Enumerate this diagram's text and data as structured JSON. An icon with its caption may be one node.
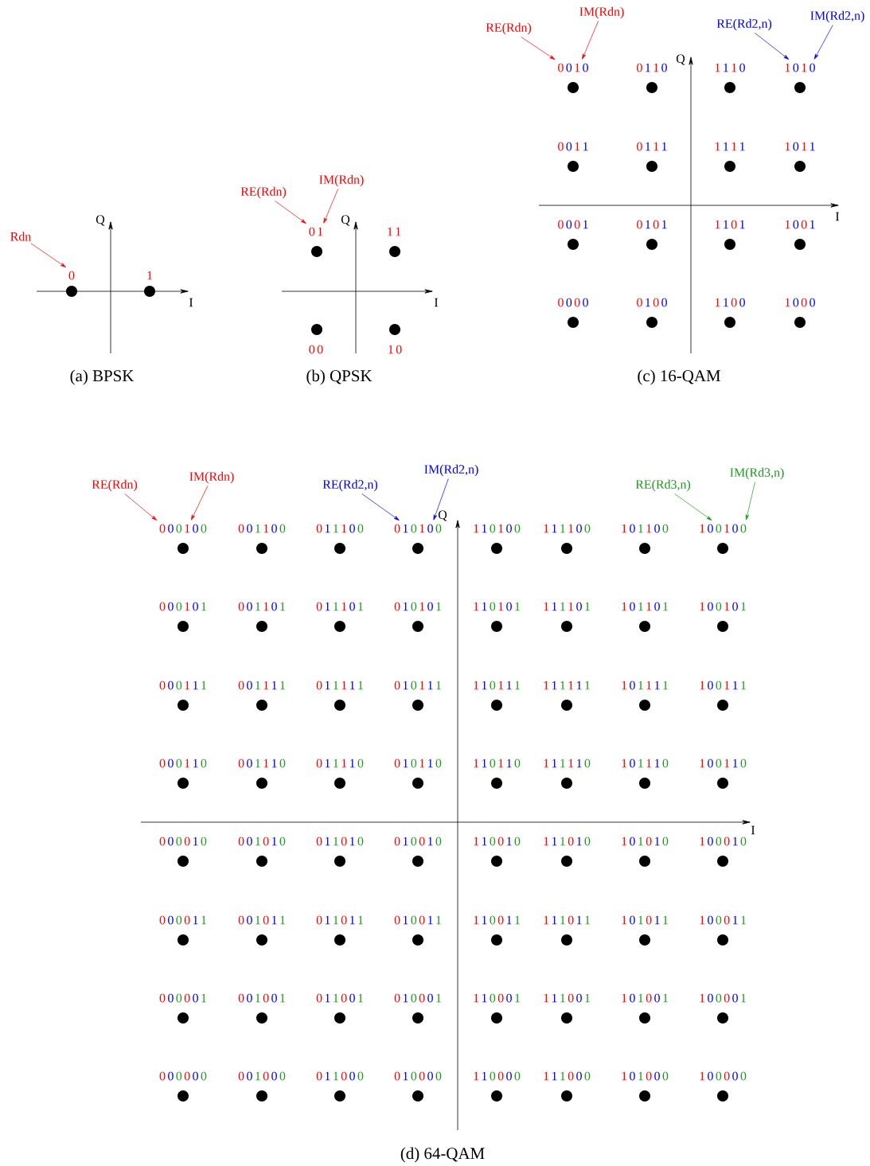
{
  "diagram": {
    "nodes": [
      {
        "text": [
          "Rdn"
        ]
      },
      {
        "text": [
          "0"
        ]
      },
      {
        "text": [
          "1"
        ]
      },
      {
        "text": [
          "RE(Rdn)"
        ]
      },
      {
        "text": [
          "IM(Rdn)"
        ]
      },
      {
        "text": [
          "01"
        ]
      },
      {
        "text": [
          "11"
        ]
      },
      {
        "text": [
          "00"
        ]
      },
      {
        "text": [
          "10"
        ]
      },
      {
        "text": [
          "RE(Rdn)"
        ]
      },
      {
        "text": [
          "IM(Rdn)"
        ]
      },
      {
        "text": [
          "RE(Rd2,n)"
        ]
      },
      {
        "text": [
          "IM(Rd2,n)"
        ]
      },
      {
        "text": [
          "0010"
        ]
      },
      {
        "text": [
          "0110"
        ]
      },
      {
        "text": [
          "1110"
        ]
      },
      {
        "text": [
          "1010"
        ]
      },
      {
        "text": [
          "0011"
        ]
      },
      {
        "text": [
          "0111"
        ]
      },
      {
        "text": [
          "1111"
        ]
      },
      {
        "text": [
          "1011"
        ]
      },
      {
        "text": [
          "0001"
        ]
      },
      {
        "text": [
          "0101"
        ]
      },
      {
        "text": [
          "1101"
        ]
      },
      {
        "text": [
          "1001"
        ]
      },
      {
        "text": [
          "0000"
        ]
      },
      {
        "text": [
          "0100"
        ]
      },
      {
        "text": [
          "1100"
        ]
      },
      {
        "text": [
          "1000"
        ]
      },
      {
        "text": [
          "RE(Rdn)"
        ]
      },
      {
        "text": [
          "IM(Rdn)"
        ]
      },
      {
        "text": [
          "RE(Rd2,n)"
        ]
      },
      {
        "text": [
          "IM(Rd2,n)"
        ]
      },
      {
        "text": [
          "RE(Rd3,n)"
        ]
      },
      {
        "text": [
          "IM(Rd3,n)"
        ]
      },
      {
        "text": [
          "000100"
        ]
      },
      {
        "text": [
          "001100"
        ]
      },
      {
        "text": [
          "011100"
        ]
      },
      {
        "text": [
          "010100"
        ]
      },
      {
        "text": [
          "110100"
        ]
      },
      {
        "text": [
          "111100"
        ]
      },
      {
        "text": [
          "101100"
        ]
      },
      {
        "text": [
          "100100"
        ]
      },
      {
        "text": [
          "000101"
        ]
      },
      {
        "text": [
          "001101"
        ]
      },
      {
        "text": [
          "011101"
        ]
      },
      {
        "text": [
          "010101"
        ]
      },
      {
        "text": [
          "110101"
        ]
      },
      {
        "text": [
          "111101"
        ]
      },
      {
        "text": [
          "101101"
        ]
      },
      {
        "text": [
          "100101"
        ]
      },
      {
        "text": [
          "000111"
        ]
      },
      {
        "text": [
          "001111"
        ]
      },
      {
        "text": [
          "011111"
        ]
      },
      {
        "text": [
          "010111"
        ]
      },
      {
        "text": [
          "110111"
        ]
      },
      {
        "text": [
          "111111"
        ]
      },
      {
        "text": [
          "101111"
        ]
      },
      {
        "text": [
          "100111"
        ]
      },
      {
        "text": [
          "000110"
        ]
      },
      {
        "text": [
          "001110"
        ]
      },
      {
        "text": [
          "011110"
        ]
      },
      {
        "text": [
          "010110"
        ]
      },
      {
        "text": [
          "110110"
        ]
      },
      {
        "text": [
          "111110"
        ]
      },
      {
        "text": [
          "101110"
        ]
      },
      {
        "text": [
          "100110"
        ]
      },
      {
        "text": [
          "000010"
        ]
      },
      {
        "text": [
          "001010"
        ]
      },
      {
        "text": [
          "011010"
        ]
      },
      {
        "text": [
          "010010"
        ]
      },
      {
        "text": [
          "110010"
        ]
      },
      {
        "text": [
          "111010"
        ]
      },
      {
        "text": [
          "101010"
        ]
      },
      {
        "text": [
          "100010"
        ]
      },
      {
        "text": [
          "000011"
        ]
      },
      {
        "text": [
          "001011"
        ]
      },
      {
        "text": [
          "011011"
        ]
      },
      {
        "text": [
          "010011"
        ]
      },
      {
        "text": [
          "110011"
        ]
      },
      {
        "text": [
          "111011"
        ]
      },
      {
        "text": [
          "101011"
        ]
      },
      {
        "text": [
          "100011"
        ]
      },
      {
        "text": [
          "000001"
        ]
      },
      {
        "text": [
          "001001"
        ]
      },
      {
        "text": [
          "011001"
        ]
      },
      {
        "text": [
          "010001"
        ]
      },
      {
        "text": [
          "110001"
        ]
      },
      {
        "text": [
          "111001"
        ]
      },
      {
        "text": [
          "101001"
        ]
      },
      {
        "text": [
          "100001"
        ]
      },
      {
        "text": [
          "000000"
        ]
      },
      {
        "text": [
          "001000"
        ]
      },
      {
        "text": [
          "011000"
        ]
      },
      {
        "text": [
          "010000"
        ]
      },
      {
        "text": [
          "110000"
        ]
      },
      {
        "text": [
          "111000"
        ]
      },
      {
        "text": [
          "101000"
        ]
      },
      {
        "text": [
          "100000"
        ]
      }
    ],
    "edges": [
      {
        "from": 0,
        "to": 1,
        "arrow": "to"
      },
      {
        "from": 3,
        "to": 5,
        "arrow": "to"
      },
      {
        "from": 4,
        "to": 5,
        "arrow": "to"
      },
      {
        "from": 9,
        "to": 13,
        "arrow": "to"
      },
      {
        "from": 10,
        "to": 13,
        "arrow": "to"
      },
      {
        "from": 11,
        "to": 16,
        "arrow": "to",
        "color": "#0000ff"
      },
      {
        "from": 12,
        "to": 16,
        "arrow": "to",
        "color": "#0000ff"
      },
      {
        "from": 29,
        "to": 35,
        "arrow": "to"
      },
      {
        "from": 30,
        "to": 35,
        "arrow": "to"
      },
      {
        "from": 31,
        "to": 38,
        "arrow": "to",
        "color": "#0000ff"
      },
      {
        "from": 32,
        "to": 38,
        "arrow": "to",
        "color": "#0000ff"
      },
      {
        "from": 33,
        "to": 42,
        "arrow": "to",
        "color": "#1a9a1a"
      },
      {
        "from": 34,
        "to": 42,
        "arrow": "to",
        "color": "#1a9a1a"
      }
    ],
    "labels": [
      "Q",
      "I",
      "(a) BPSK",
      "Q",
      "I",
      "(b) QPSK",
      "Q",
      "I",
      "(c) 16-QAM",
      "Q",
      "I",
      "(d) 64-QAM"
    ]
  }
}
